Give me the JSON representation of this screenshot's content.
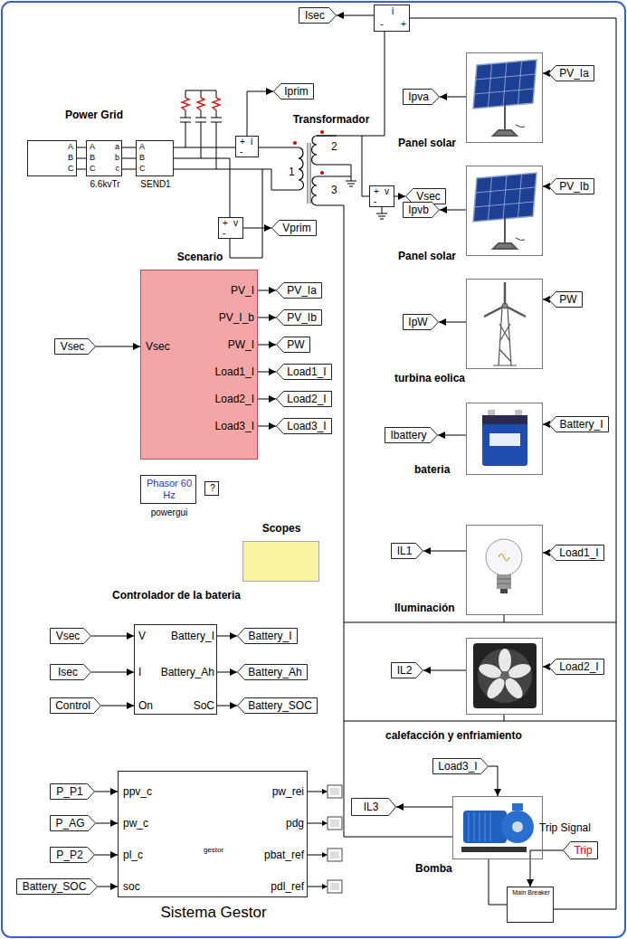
{
  "diagram": {
    "nodes": [
      {
        "text": [
          "Isec"
        ]
      },
      {
        "text": [
          "i",
          "-",
          "+"
        ]
      },
      {
        "text": [
          "Iprim"
        ]
      },
      {
        "text": [
          "A",
          "B",
          "C"
        ]
      },
      {
        "text": [
          "A",
          "B",
          "C",
          "a",
          "b",
          "c",
          "6.6kvTr"
        ]
      },
      {
        "text": [
          "A",
          "B",
          "C",
          "SEND1"
        ]
      },
      {
        "text": [
          "+",
          "i",
          "-"
        ]
      },
      {
        "text": [
          "Transformador",
          "1",
          "2",
          "3"
        ]
      },
      {
        "text": [
          "+",
          "v",
          "-"
        ]
      },
      {
        "text": [
          "Vsec"
        ]
      },
      {
        "text": [
          "+",
          "v",
          "-"
        ]
      },
      {
        "text": [
          "Vprim"
        ]
      },
      {
        "text": [
          "Panel solar"
        ]
      },
      {
        "text": [
          "PV_Ia"
        ]
      },
      {
        "text": [
          "Ipva"
        ]
      },
      {
        "text": [
          "Panel solar"
        ]
      },
      {
        "text": [
          "PV_Ib"
        ]
      },
      {
        "text": [
          "Ipvb"
        ]
      },
      {
        "text": [
          "Scenario",
          "Vsec",
          "PV_I",
          "PV_I_b",
          "PW_I",
          "Load1_I",
          "Load2_I",
          "Load3_I"
        ]
      },
      {
        "text": [
          "Vsec"
        ]
      },
      {
        "text": [
          "PV_Ia"
        ]
      },
      {
        "text": [
          "PV_Ib"
        ]
      },
      {
        "text": [
          "PW"
        ]
      },
      {
        "text": [
          "Load1_I"
        ]
      },
      {
        "text": [
          "Load2_I"
        ]
      },
      {
        "text": [
          "Load3_I"
        ]
      },
      {
        "text": [
          "turbina eolica"
        ]
      },
      {
        "text": [
          "PW"
        ]
      },
      {
        "text": [
          "IpW"
        ]
      },
      {
        "text": [
          "bateria"
        ]
      },
      {
        "text": [
          "Battery_I"
        ]
      },
      {
        "text": [
          "Ibattery"
        ]
      },
      {
        "text": [
          "Phasor 60 Hz",
          "powergui"
        ]
      },
      {
        "text": [
          "?"
        ]
      },
      {
        "text": [
          "Scopes"
        ]
      },
      {
        "text": [
          "Iluminación"
        ]
      },
      {
        "text": [
          "Load1_I"
        ]
      },
      {
        "text": [
          "IL1"
        ]
      },
      {
        "text": [
          "Controlador de la bateria",
          "V",
          "I",
          "On",
          "Battery_I",
          "Battery_Ah",
          "SoC"
        ]
      },
      {
        "text": [
          "Vsec"
        ]
      },
      {
        "text": [
          "Isec"
        ]
      },
      {
        "text": [
          "Control"
        ]
      },
      {
        "text": [
          "Battery_I"
        ]
      },
      {
        "text": [
          "Battery_Ah"
        ]
      },
      {
        "text": [
          "Battery_SOC"
        ]
      },
      {
        "text": [
          "calefacción y enfriamiento"
        ]
      },
      {
        "text": [
          "Load2_I"
        ]
      },
      {
        "text": [
          "IL2"
        ]
      },
      {
        "text": [
          "Load3_I"
        ]
      },
      {
        "text": [
          "IL3"
        ]
      },
      {
        "text": [
          "Bomba"
        ]
      },
      {
        "text": [
          "Trip Signal",
          "Trip"
        ]
      },
      {
        "text": [
          "Main Breaker"
        ]
      },
      {
        "text": [
          "ppv_c",
          "pw_c",
          "pl_c",
          "soc",
          "pw_rei",
          "pdg",
          "pbat_ref",
          "pdl_ref",
          "gestor",
          "Sistema Gestor"
        ]
      },
      {
        "text": [
          "P_P1"
        ]
      },
      {
        "text": [
          "P_AG"
        ]
      },
      {
        "text": [
          "P_P2"
        ]
      },
      {
        "text": [
          "Battery_SOC"
        ]
      }
    ],
    "edges": [
      {
        "from": 1,
        "to": 0,
        "arrow": "to"
      },
      {
        "from": 6,
        "to": 2,
        "arrow": "to"
      },
      {
        "from": 10,
        "to": 11,
        "arrow": "to"
      },
      {
        "from": 8,
        "to": 9,
        "arrow": "to"
      },
      {
        "from": 19,
        "to": 18,
        "arrow": "to"
      },
      {
        "from": 18,
        "to": 20,
        "arrow": "to"
      },
      {
        "from": 18,
        "to": 21,
        "arrow": "to"
      },
      {
        "from": 18,
        "to": 22,
        "arrow": "to"
      },
      {
        "from": 18,
        "to": 23,
        "arrow": "to"
      },
      {
        "from": 18,
        "to": 24,
        "arrow": "to"
      },
      {
        "from": 18,
        "to": 25,
        "arrow": "to"
      },
      {
        "from": 13,
        "to": 12,
        "arrow": "to"
      },
      {
        "from": 12,
        "to": 14,
        "arrow": "to"
      },
      {
        "from": 16,
        "to": 15,
        "arrow": "to"
      },
      {
        "from": 15,
        "to": 17,
        "arrow": "to"
      },
      {
        "from": 27,
        "to": 26,
        "arrow": "to"
      },
      {
        "from": 26,
        "to": 28,
        "arrow": "to"
      },
      {
        "from": 30,
        "to": 29,
        "arrow": "to"
      },
      {
        "from": 29,
        "to": 31,
        "arrow": "to"
      },
      {
        "from": 36,
        "to": 35,
        "arrow": "to"
      },
      {
        "from": 35,
        "to": 37,
        "arrow": "to"
      },
      {
        "from": 46,
        "to": 45,
        "arrow": "to"
      },
      {
        "from": 45,
        "to": 47,
        "arrow": "to"
      },
      {
        "from": 48,
        "to": 50,
        "arrow": "to"
      },
      {
        "from": 50,
        "to": 49,
        "arrow": "to"
      },
      {
        "from": 51,
        "to": 52,
        "arrow": "to"
      },
      {
        "from": 39,
        "to": 38,
        "arrow": "to"
      },
      {
        "from": 40,
        "to": 38,
        "arrow": "to"
      },
      {
        "from": 41,
        "to": 38,
        "arrow": "to"
      },
      {
        "from": 38,
        "to": 42,
        "arrow": "to"
      },
      {
        "from": 38,
        "to": 43,
        "arrow": "to"
      },
      {
        "from": 38,
        "to": 44,
        "arrow": "to"
      },
      {
        "from": 54,
        "to": 53,
        "arrow": "to"
      },
      {
        "from": 55,
        "to": 53,
        "arrow": "to"
      },
      {
        "from": 56,
        "to": 53,
        "arrow": "to"
      },
      {
        "from": 57,
        "to": 53,
        "arrow": "to"
      }
    ],
    "labels": [
      "Power Grid"
    ]
  }
}
